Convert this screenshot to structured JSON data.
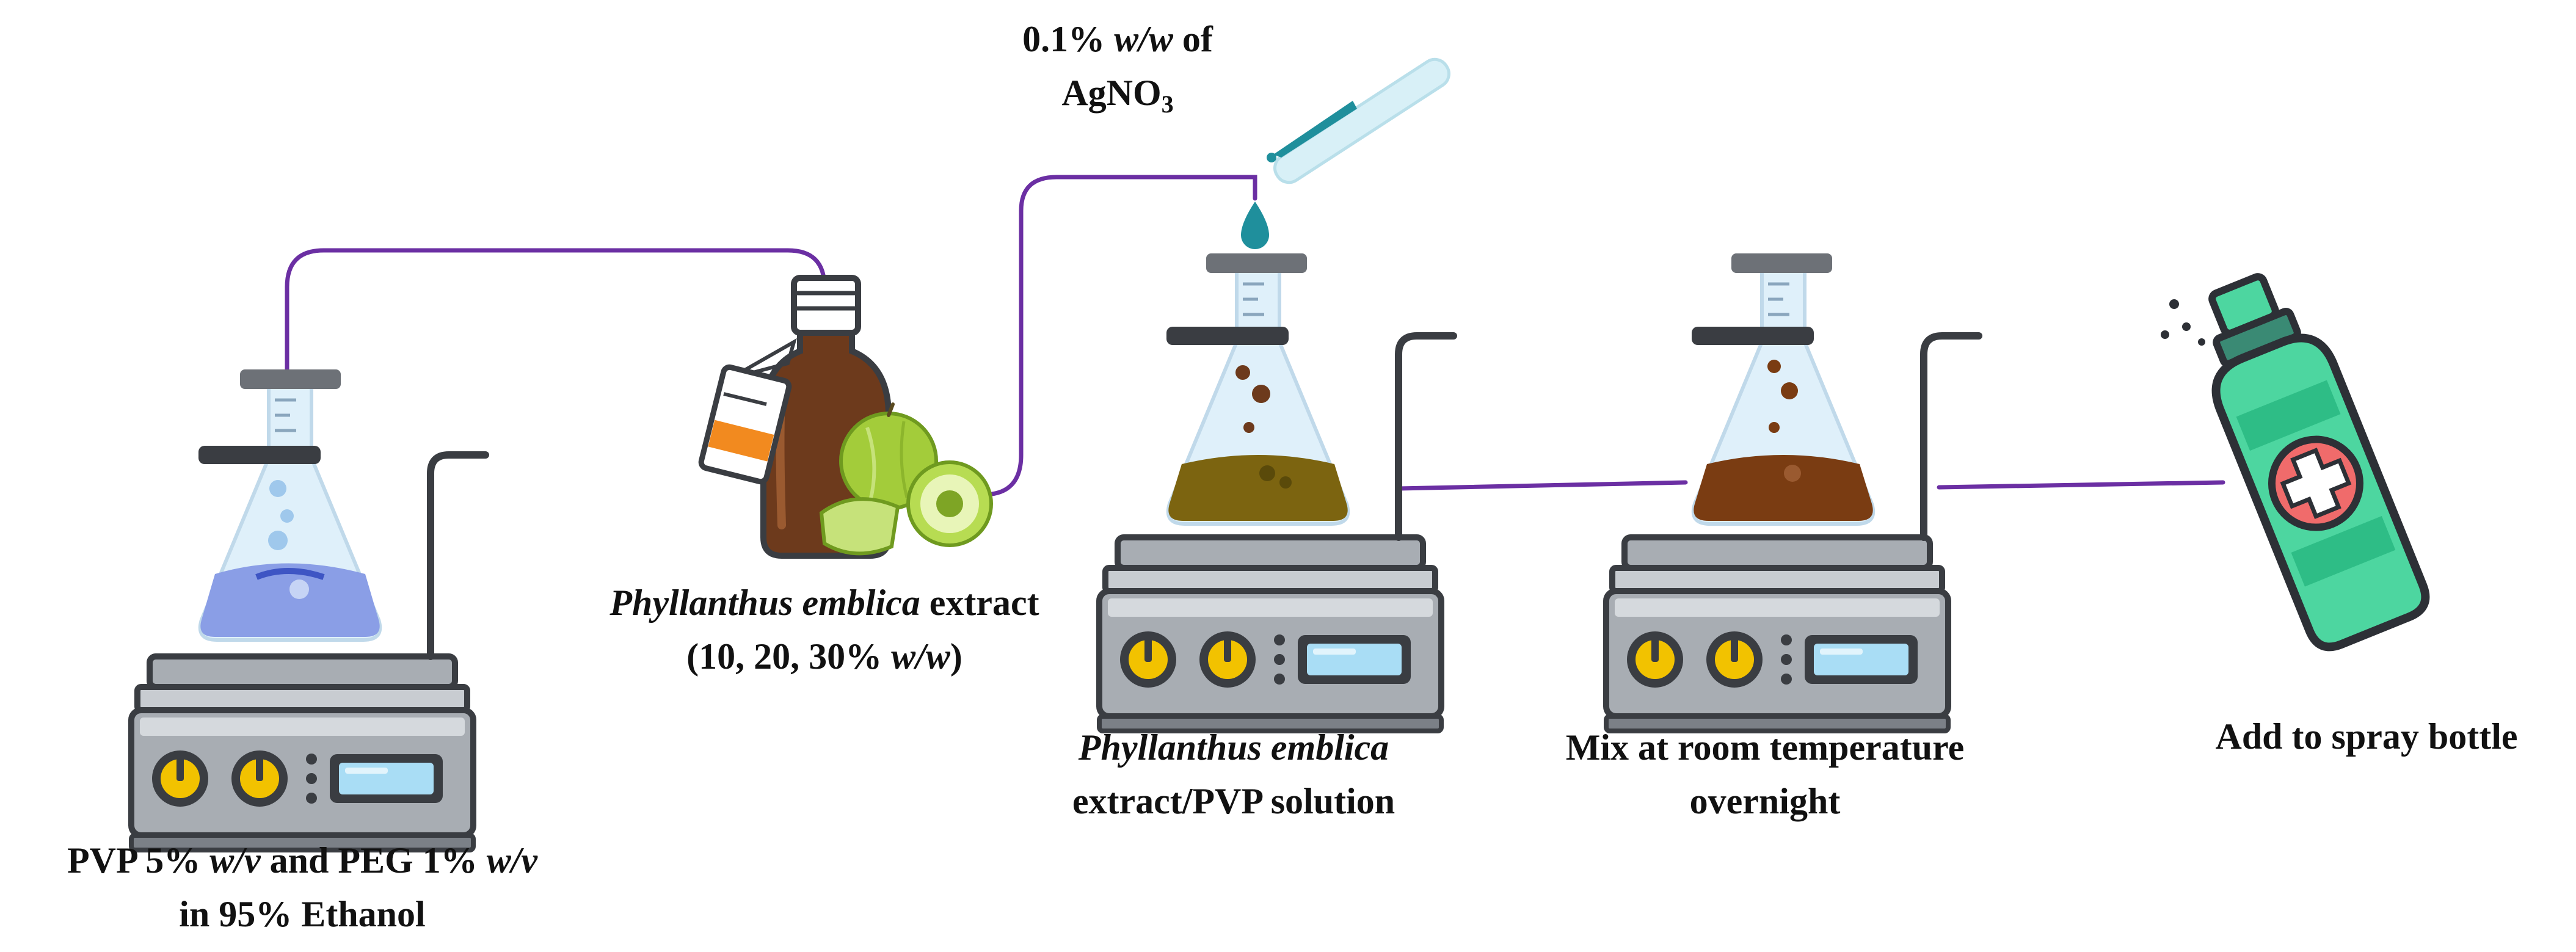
{
  "steps": [
    {
      "id": "pvp-peg-ethanol",
      "line1_a": "PVP 5% ",
      "line1_b": "w/v",
      "line1_c": " and PEG 1% ",
      "line1_d": "w/v",
      "line2": "in 95% Ethanol"
    },
    {
      "id": "plant-extract",
      "line1_a": "Phyllanthus emblica",
      "line1_b": " extract",
      "line2_a": "(10, 20, 30% ",
      "line2_b": "w/w",
      "line2_c": ")"
    },
    {
      "id": "silver-nitrate",
      "line1_a": "0.1% ",
      "line1_b": "w/w",
      "line1_c": " of",
      "line2_a": "AgNO",
      "line2_sub": "3"
    },
    {
      "id": "extract-pvp-solution",
      "line1": "Phyllanthus emblica",
      "line2": "extract/PVP solution"
    },
    {
      "id": "overnight-mix",
      "line1": "Mix at room temperature",
      "line2": "overnight"
    },
    {
      "id": "spray-bottle",
      "line1": "Add to spray bottle"
    }
  ],
  "colors": {
    "connector": "#6b2fa3",
    "flask_glass": "#dff0fa",
    "solution_1": "#8a9ee6",
    "solution_2": "#7c6410",
    "solution_3": "#7a3c12",
    "stirrer_body": "#a8adb3",
    "stirrer_dark": "#3a3d42",
    "knob": "#f2c200",
    "display": "#a9ddf5",
    "bottle_brown": "#6d3a1c",
    "amla_green": "#a3cc3a",
    "spray_green": "#4dd6a0",
    "cross_red": "#f06b6b",
    "dropper_teal": "#1f8f9c"
  },
  "icons": [
    "flask-on-stirrer-icon",
    "extract-bottle-icon",
    "amla-fruit-icon",
    "dropper-icon",
    "spray-bottle-icon"
  ]
}
